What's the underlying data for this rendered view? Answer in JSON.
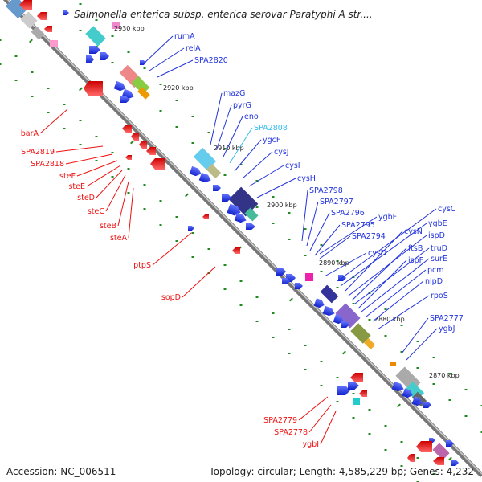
{
  "title": "Salmonella enterica subsp. enterica serovar Paratyphi A str....",
  "footer": {
    "accession": "Accession: NC_006511",
    "summary": "Topology: circular; Length: 4,585,229 bp; Genes: 4,232"
  },
  "colors": {
    "forward": "#2233dd",
    "reverse": "#ee1111",
    "highlight": "#33bbee",
    "tick": "#228822"
  },
  "kbp_ticks": [
    "2930 kbp",
    "2920 kbp",
    "2910 kbp",
    "2900 kbp",
    "2890 kbp",
    "2880 kbp",
    "2870 kbp"
  ],
  "forward_labels": [
    "rumA",
    "relA",
    "SPA2820",
    "mazG",
    "pyrG",
    "eno",
    "SPA2808",
    "ygcF",
    "cysJ",
    "cysI",
    "cysH",
    "SPA2798",
    "SPA2797",
    "SPA2796",
    "ygbF",
    "SPA2795",
    "SPA2794",
    "cysD",
    "cysC",
    "ygbE",
    "cysN",
    "ispD",
    "ftsB",
    "truD",
    "ispF",
    "surE",
    "pcm",
    "nlpD",
    "rpoS",
    "SPA2777",
    "ygbJ"
  ],
  "reverse_labels": [
    "barA",
    "SPA2819",
    "SPA2818",
    "steF",
    "steE",
    "steD",
    "steC",
    "steB",
    "steA",
    "ptpS",
    "sopD",
    "SPA2779",
    "SPA2778",
    "ygbI"
  ]
}
